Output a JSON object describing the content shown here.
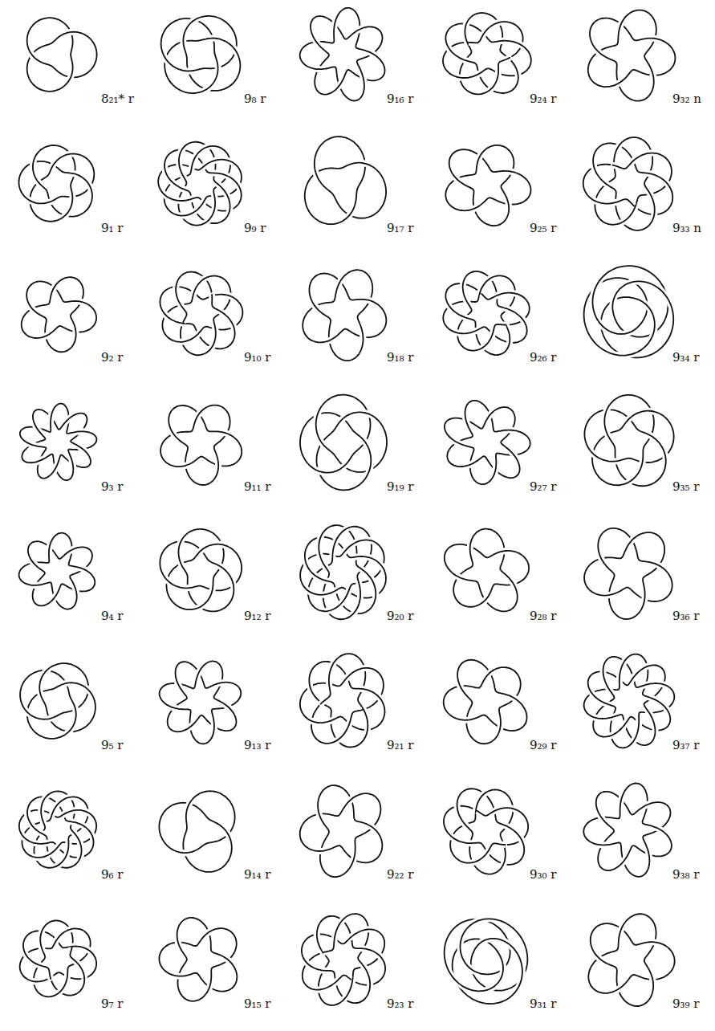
{
  "diagram": {
    "labels": [
      "8₂₁* r",
      "9₈ r",
      "9₁₆ r",
      "9₂₄ r",
      "9₃₂ n",
      "9₁ r",
      "9₉ r",
      "9₁₇ r",
      "9₂₅ r",
      "9₃₃ n",
      "9₂ r",
      "9₁₀ r",
      "9₁₈ r",
      "9₂₆ r",
      "9₃₄ r",
      "9₃ r",
      "9₁₁ r",
      "9₁₉ r",
      "9₂₇ r",
      "9₃₅ r",
      "9₄ r",
      "9₁₂ r",
      "9₂₀ r",
      "9₂₈ r",
      "9₃₆ r",
      "9₅ r",
      "9₁₃ r",
      "9₂₁ r",
      "9₂₉ r",
      "9₃₇ r",
      "9₆ r",
      "9₁₄ r",
      "9₂₂ r",
      "9₃₀ r",
      "9₃₈ r",
      "9₇ r",
      "9₁₅ r",
      "9₂₃ r",
      "9₃₁ r",
      "9₃₉ r"
    ]
  }
}
